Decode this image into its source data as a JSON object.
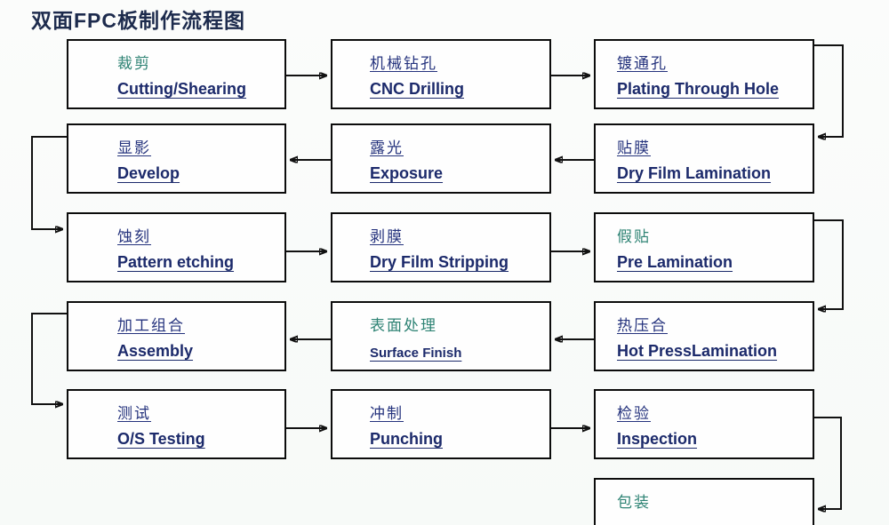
{
  "title": "双面FPC板制作流程图",
  "colors": {
    "title_navy": "#1d2b4d",
    "text_navy": "#25337d",
    "text_teal": "#2e8374",
    "english_navy": "#1c2a6b",
    "line_black": "#111111",
    "box_bg": "#fefefe"
  },
  "flow": {
    "boxes": [
      {
        "id": "cutting",
        "zh": "裁剪",
        "en": "Cutting/Shearing",
        "zh_color": "teal",
        "row": 0,
        "col": 0
      },
      {
        "id": "cnc-drilling",
        "zh": "机械钻孔",
        "en": "CNC Drilling",
        "zh_color": "navy",
        "row": 0,
        "col": 1
      },
      {
        "id": "plating",
        "zh": "镀通孔",
        "en": "Plating Through Hole",
        "zh_color": "navy",
        "row": 0,
        "col": 2
      },
      {
        "id": "develop",
        "zh": "显影",
        "en": "Develop",
        "zh_color": "navy",
        "row": 1,
        "col": 0
      },
      {
        "id": "exposure",
        "zh": "露光",
        "en": "Exposure",
        "zh_color": "navy",
        "row": 1,
        "col": 1
      },
      {
        "id": "dry-film-lam",
        "zh": "贴膜",
        "en": "Dry Film Lamination",
        "zh_color": "navy",
        "row": 1,
        "col": 2
      },
      {
        "id": "etching",
        "zh": "蚀刻",
        "en": "Pattern etching",
        "zh_color": "navy",
        "row": 2,
        "col": 0
      },
      {
        "id": "dry-film-strip",
        "zh": "剥膜",
        "en": "Dry Film Stripping",
        "zh_color": "navy",
        "row": 2,
        "col": 1
      },
      {
        "id": "pre-lamination",
        "zh": "假贴",
        "en": "Pre Lamination",
        "zh_color": "teal",
        "row": 2,
        "col": 2
      },
      {
        "id": "assembly",
        "zh": "加工组合",
        "en": "Assembly",
        "zh_color": "navy",
        "row": 3,
        "col": 0
      },
      {
        "id": "surface-finish",
        "zh": "表面处理",
        "en": "Surface  Finish",
        "zh_color": "teal",
        "row": 3,
        "col": 1,
        "en_small": true
      },
      {
        "id": "hot-press",
        "zh": "热压合",
        "en": "Hot PressLamination",
        "zh_color": "navy",
        "row": 3,
        "col": 2
      },
      {
        "id": "os-testing",
        "zh": "测试",
        "en": "O/S Testing",
        "zh_color": "navy",
        "row": 4,
        "col": 0
      },
      {
        "id": "punching",
        "zh": "冲制",
        "en": "Punching",
        "zh_color": "navy",
        "row": 4,
        "col": 1
      },
      {
        "id": "inspection",
        "zh": "检验",
        "en": "Inspection",
        "zh_color": "navy",
        "row": 4,
        "col": 2
      },
      {
        "id": "packing",
        "zh": "包装",
        "en": "",
        "zh_color": "teal",
        "row": 5,
        "col": 2
      }
    ]
  }
}
